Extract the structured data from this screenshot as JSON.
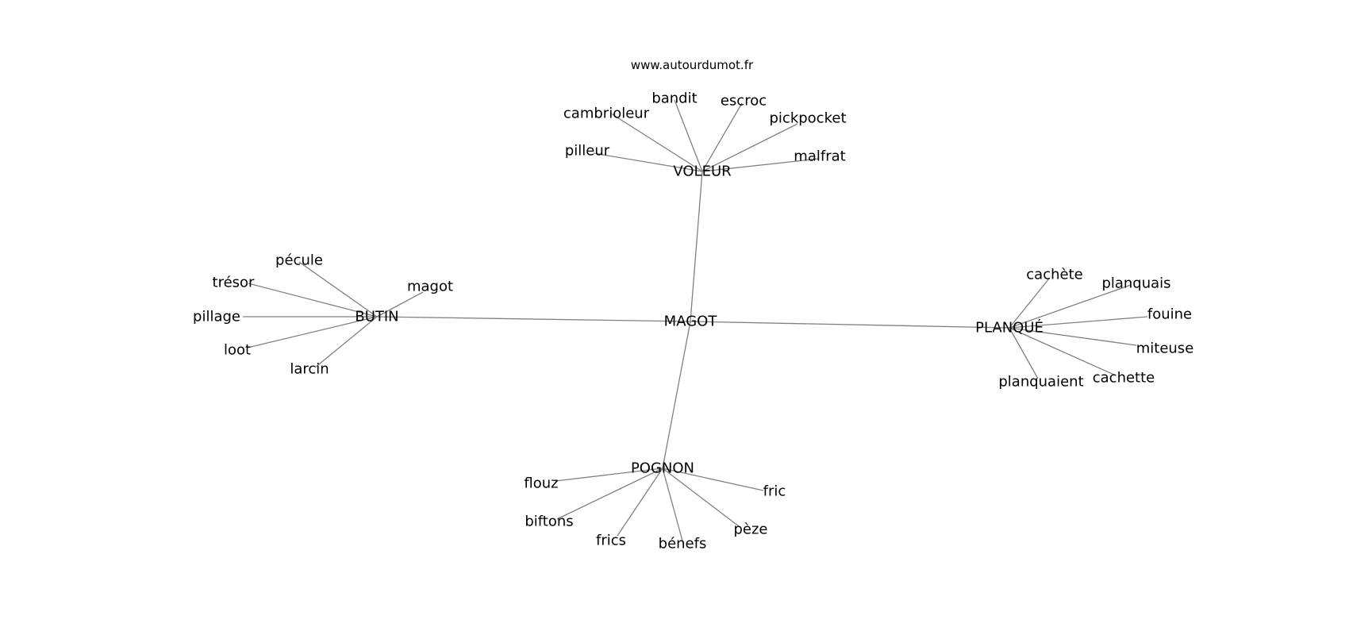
{
  "site": "www.autourdumot.fr",
  "graph": {
    "center": "MAGOT",
    "hubs": [
      {
        "label": "VOLEUR",
        "children": [
          "bandit",
          "escroc",
          "cambrioleur",
          "pickpocket",
          "pilleur",
          "malfrat"
        ]
      },
      {
        "label": "BUTIN",
        "children": [
          "pécule",
          "trésor",
          "magot",
          "pillage",
          "loot",
          "larcin"
        ]
      },
      {
        "label": "PLANQUÉ",
        "children": [
          "cachète",
          "planquais",
          "fouine",
          "miteuse",
          "cachette",
          "planquaient"
        ]
      },
      {
        "label": "POGNON",
        "children": [
          "flouz",
          "fric",
          "biftons",
          "pèze",
          "frics",
          "bénefs"
        ]
      }
    ]
  }
}
